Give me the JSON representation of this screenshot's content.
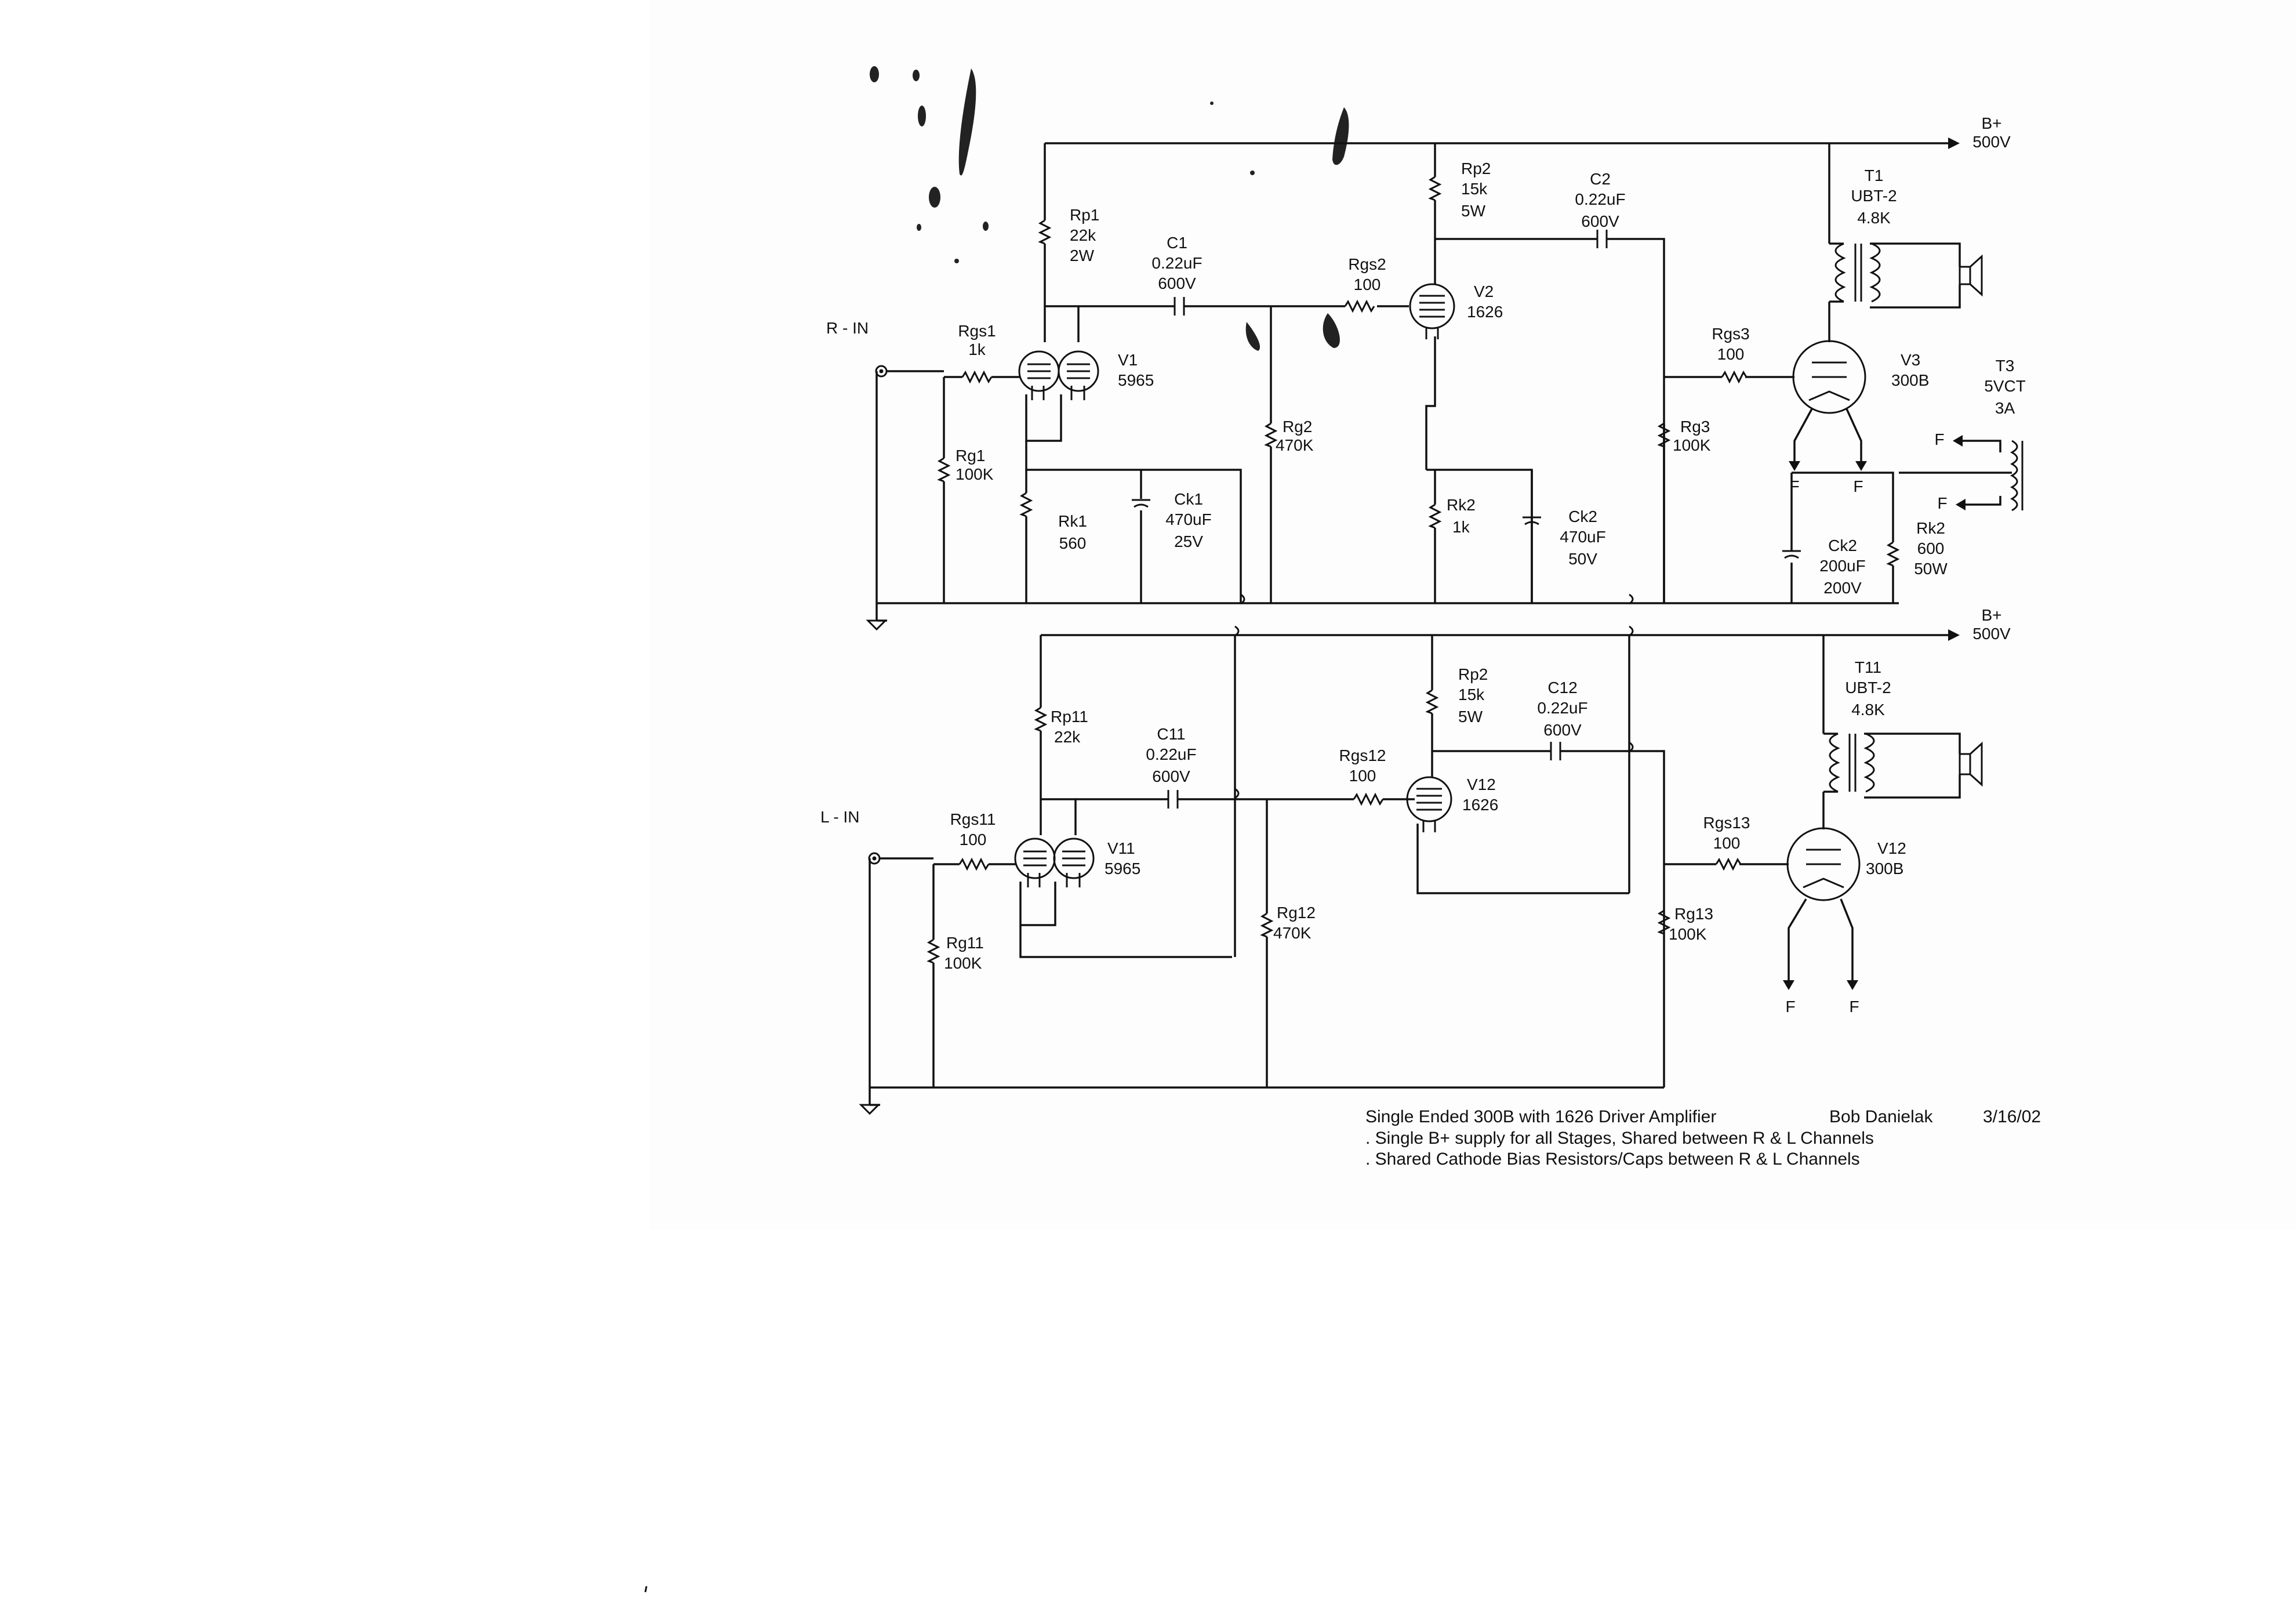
{
  "parts": {
    "bplus_top": [
      "B+",
      "500V"
    ],
    "bplus_bot": [
      "B+",
      "500V"
    ],
    "r_in": [
      "R - IN"
    ],
    "l_in": [
      "L - IN"
    ],
    "rgs1": [
      "Rgs1",
      "1k"
    ],
    "rg1": [
      "Rg1",
      "100K"
    ],
    "rp1": [
      "Rp1",
      "22k",
      "2W"
    ],
    "c1": [
      "C1",
      "0.22uF",
      "600V"
    ],
    "v1": [
      "V1",
      "5965"
    ],
    "rk1": [
      "Rk1",
      "560"
    ],
    "ck1": [
      "Ck1",
      "470uF",
      "25V"
    ],
    "rgs2": [
      "Rgs2",
      "100"
    ],
    "rg2": [
      "Rg2",
      "470K"
    ],
    "rp2_top": [
      "Rp2",
      "15k",
      "5W"
    ],
    "v2": [
      "V2",
      "1626"
    ],
    "rk2a": [
      "Rk2",
      "1k"
    ],
    "ck2a": [
      "Ck2",
      "470uF",
      "50V"
    ],
    "c2": [
      "C2",
      "0.22uF",
      "600V"
    ],
    "rgs3": [
      "Rgs3",
      "100"
    ],
    "rg3": [
      "Rg3",
      "100K"
    ],
    "v3": [
      "V3",
      "300B"
    ],
    "t1": [
      "T1",
      "UBT-2",
      "4.8K"
    ],
    "t3": [
      "T3",
      "5VCT",
      "3A"
    ],
    "rk2b": [
      "Rk2",
      "600",
      "50W"
    ],
    "ck2b": [
      "Ck2",
      "200uF",
      "200V"
    ],
    "rgs11": [
      "Rgs11",
      "100"
    ],
    "rg11": [
      "Rg11",
      "100K"
    ],
    "rp11": [
      "Rp11",
      "22k"
    ],
    "c11": [
      "C11",
      "0.22uF",
      "600V"
    ],
    "v11": [
      "V11",
      "5965"
    ],
    "rgs12": [
      "Rgs12",
      "100"
    ],
    "rg12": [
      "Rg12",
      "470K"
    ],
    "rp2_bot": [
      "Rp2",
      "15k",
      "5W"
    ],
    "v12a": [
      "V12",
      "1626"
    ],
    "c12": [
      "C12",
      "0.22uF",
      "600V"
    ],
    "rgs13": [
      "Rgs13",
      "100"
    ],
    "rg13": [
      "Rg13",
      "100K"
    ],
    "v12b": [
      "V12",
      "300B"
    ],
    "t11": [
      "T11",
      "UBT-2",
      "4.8K"
    ]
  },
  "filament": "F",
  "caption": {
    "title": "Single Ended 300B with 1626 Driver Amplifier",
    "author": "Bob Danielak",
    "date": "3/16/02",
    "note1": ". Single B+ supply for all Stages,  Shared between R & L Channels",
    "note2": ". Shared Cathode Bias Resistors/Caps between R & L Channels"
  }
}
